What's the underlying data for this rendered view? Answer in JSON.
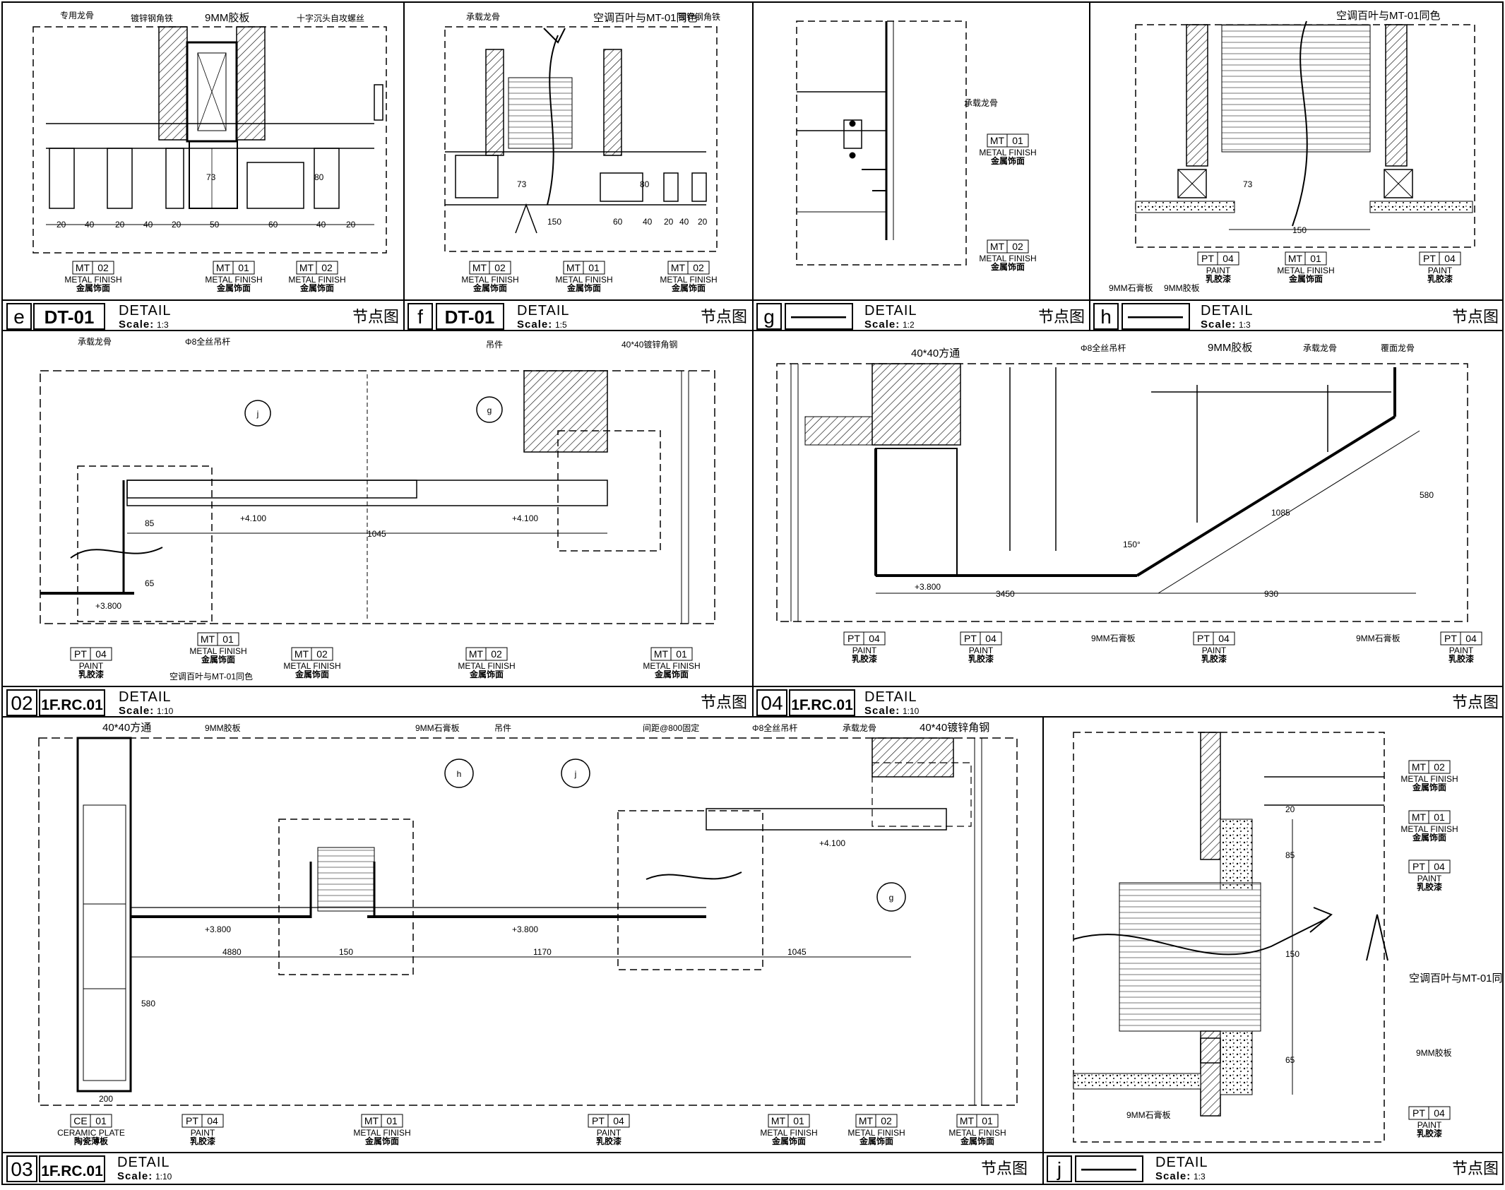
{
  "panels": {
    "e": {
      "title": {
        "num": "e",
        "code": "DT-01",
        "detail": "DETAIL",
        "scale_label": "Scale:",
        "scale": "1:3",
        "jdt": "节点图"
      },
      "notes": [
        "专用龙骨",
        "镀锌钢角铁",
        "9MM胶板",
        "十字沉头自攻螺丝"
      ],
      "dims": [
        "20",
        "40",
        "20",
        "40",
        "20",
        "50",
        "60",
        "40",
        "20",
        "73",
        "80"
      ],
      "tags": [
        {
          "code": "MT",
          "num": "02",
          "en": "METAL FINISH",
          "cn": "金属饰面"
        },
        {
          "code": "MT",
          "num": "01",
          "en": "METAL FINISH",
          "cn": "金属饰面"
        },
        {
          "code": "MT",
          "num": "02",
          "en": "METAL FINISH",
          "cn": "金属饰面"
        }
      ]
    },
    "f": {
      "title": {
        "num": "f",
        "code": "DT-01",
        "detail": "DETAIL",
        "scale_label": "Scale:",
        "scale": "1:5",
        "jdt": "节点图"
      },
      "notes": [
        "承载龙骨",
        "空调百叶与MT-01同色",
        "镀锌钢角铁"
      ],
      "dims": [
        "150",
        "73",
        "60",
        "40",
        "20",
        "40",
        "20",
        "80"
      ],
      "tags": [
        {
          "code": "MT",
          "num": "02",
          "en": "METAL FINISH",
          "cn": "金属饰面"
        },
        {
          "code": "MT",
          "num": "01",
          "en": "METAL FINISH",
          "cn": "金属饰面"
        },
        {
          "code": "MT",
          "num": "02",
          "en": "METAL FINISH",
          "cn": "金属饰面"
        }
      ]
    },
    "g": {
      "title": {
        "num": "g",
        "code": "———",
        "detail": "DETAIL",
        "scale_label": "Scale:",
        "scale": "1:2",
        "jdt": "节点图"
      },
      "notes": [
        "承载龙骨"
      ],
      "tags": [
        {
          "code": "MT",
          "num": "01",
          "en": "METAL FINISH",
          "cn": "金属饰面"
        },
        {
          "code": "MT",
          "num": "02",
          "en": "METAL FINISH",
          "cn": "金属饰面"
        }
      ]
    },
    "h": {
      "title": {
        "num": "h",
        "code": "———",
        "detail": "DETAIL",
        "scale_label": "Scale:",
        "scale": "1:3",
        "jdt": "节点图"
      },
      "notes": [
        "空调百叶与MT-01同色",
        "9MM石膏板",
        "9MM胶板"
      ],
      "dims": [
        "73",
        "150"
      ],
      "tags": [
        {
          "code": "PT",
          "num": "04",
          "en": "PAINT",
          "cn": "乳胶漆"
        },
        {
          "code": "MT",
          "num": "01",
          "en": "METAL FINISH",
          "cn": "金属饰面"
        },
        {
          "code": "PT",
          "num": "04",
          "en": "PAINT",
          "cn": "乳胶漆"
        }
      ]
    },
    "p02": {
      "title": {
        "num": "02",
        "code": "1F.RC.01",
        "detail": "DETAIL",
        "scale_label": "Scale:",
        "scale": "1:10",
        "jdt": "节点图"
      },
      "notes": [
        "承载龙骨",
        "Φ8全丝吊杆",
        "吊件",
        "40*40镀锌角钢",
        "空调百叶与MT-01同色"
      ],
      "levels": [
        "+4.100",
        "+4.100",
        "+3.800"
      ],
      "dims": [
        "1045",
        "85",
        "65"
      ],
      "callouts": [
        "j",
        "g"
      ],
      "tags": [
        {
          "code": "PT",
          "num": "04",
          "en": "PAINT",
          "cn": "乳胶漆"
        },
        {
          "code": "MT",
          "num": "01",
          "en": "METAL FINISH",
          "cn": "金属饰面"
        },
        {
          "code": "MT",
          "num": "02",
          "en": "METAL FINISH",
          "cn": "金属饰面"
        },
        {
          "code": "MT",
          "num": "02",
          "en": "METAL FINISH",
          "cn": "金属饰面"
        },
        {
          "code": "MT",
          "num": "01",
          "en": "METAL FINISH",
          "cn": "金属饰面"
        }
      ]
    },
    "p04": {
      "title": {
        "num": "04",
        "code": "1F.RC.01",
        "detail": "DETAIL",
        "scale_label": "Scale:",
        "scale": "1:10",
        "jdt": "节点图"
      },
      "notes": [
        "40*40方通",
        "Φ8全丝吊杆",
        "9MM胶板",
        "承载龙骨",
        "覆面龙骨",
        "9MM石膏板",
        "9MM石膏板"
      ],
      "levels": [
        "+3.800"
      ],
      "dims": [
        "3450",
        "930",
        "1085",
        "580",
        "150°"
      ],
      "tags": [
        {
          "code": "PT",
          "num": "04",
          "en": "PAINT",
          "cn": "乳胶漆"
        },
        {
          "code": "PT",
          "num": "04",
          "en": "PAINT",
          "cn": "乳胶漆"
        },
        {
          "code": "PT",
          "num": "04",
          "en": "PAINT",
          "cn": "乳胶漆"
        },
        {
          "code": "PT",
          "num": "04",
          "en": "PAINT",
          "cn": "乳胶漆"
        }
      ]
    },
    "p03": {
      "title": {
        "num": "03",
        "code": "1F.RC.01",
        "detail": "DETAIL",
        "scale_label": "Scale:",
        "scale": "1:10",
        "jdt": "节点图"
      },
      "notes": [
        "40*40方通",
        "9MM胶板",
        "9MM石膏板",
        "吊件",
        "间距@800固定",
        "Φ8全丝吊杆",
        "承载龙骨",
        "40*40镀锌角钢"
      ],
      "levels": [
        "+3.800",
        "+3.800",
        "+4.100"
      ],
      "dims": [
        "4880",
        "1170",
        "1045",
        "580",
        "200",
        "150"
      ],
      "callouts": [
        "h",
        "j",
        "g"
      ],
      "tags": [
        {
          "code": "CE",
          "num": "01",
          "en": "CERAMIC PLATE",
          "cn": "陶瓷薄板"
        },
        {
          "code": "PT",
          "num": "04",
          "en": "PAINT",
          "cn": "乳胶漆"
        },
        {
          "code": "MT",
          "num": "01",
          "en": "METAL FINISH",
          "cn": "金属饰面"
        },
        {
          "code": "PT",
          "num": "04",
          "en": "PAINT",
          "cn": "乳胶漆"
        },
        {
          "code": "MT",
          "num": "01",
          "en": "METAL FINISH",
          "cn": "金属饰面"
        },
        {
          "code": "MT",
          "num": "02",
          "en": "METAL FINISH",
          "cn": "金属饰面"
        },
        {
          "code": "MT",
          "num": "01",
          "en": "METAL FINISH",
          "cn": "金属饰面"
        }
      ]
    },
    "j": {
      "title": {
        "num": "j",
        "code": "———",
        "detail": "DETAIL",
        "scale_label": "Scale:",
        "scale": "1:3",
        "jdt": "节点图"
      },
      "notes": [
        "空调百叶与MT-01同",
        "9MM胶板",
        "9MM石膏板"
      ],
      "dims": [
        "20",
        "85",
        "150",
        "65"
      ],
      "tags": [
        {
          "code": "MT",
          "num": "02",
          "en": "METAL FINISH",
          "cn": "金属饰面"
        },
        {
          "code": "MT",
          "num": "01",
          "en": "METAL FINISH",
          "cn": "金属饰面"
        },
        {
          "code": "PT",
          "num": "04",
          "en": "PAINT",
          "cn": "乳胶漆"
        },
        {
          "code": "PT",
          "num": "04",
          "en": "PAINT",
          "cn": "乳胶漆"
        }
      ]
    }
  }
}
